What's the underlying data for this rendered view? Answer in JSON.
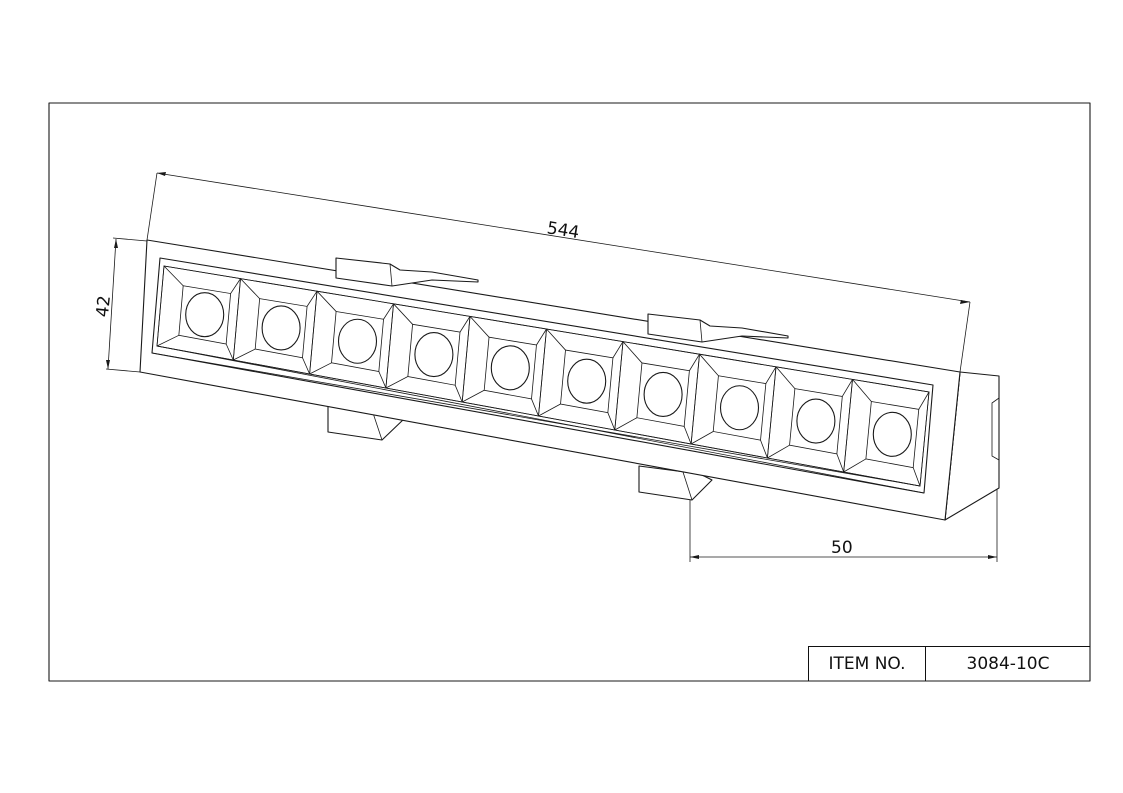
{
  "drawing": {
    "dimensions": {
      "length": "544",
      "height": "42",
      "offset": "50"
    },
    "lens_count": 10
  },
  "title_block": {
    "item_label": "ITEM NO.",
    "item_value": "3084-10C"
  }
}
